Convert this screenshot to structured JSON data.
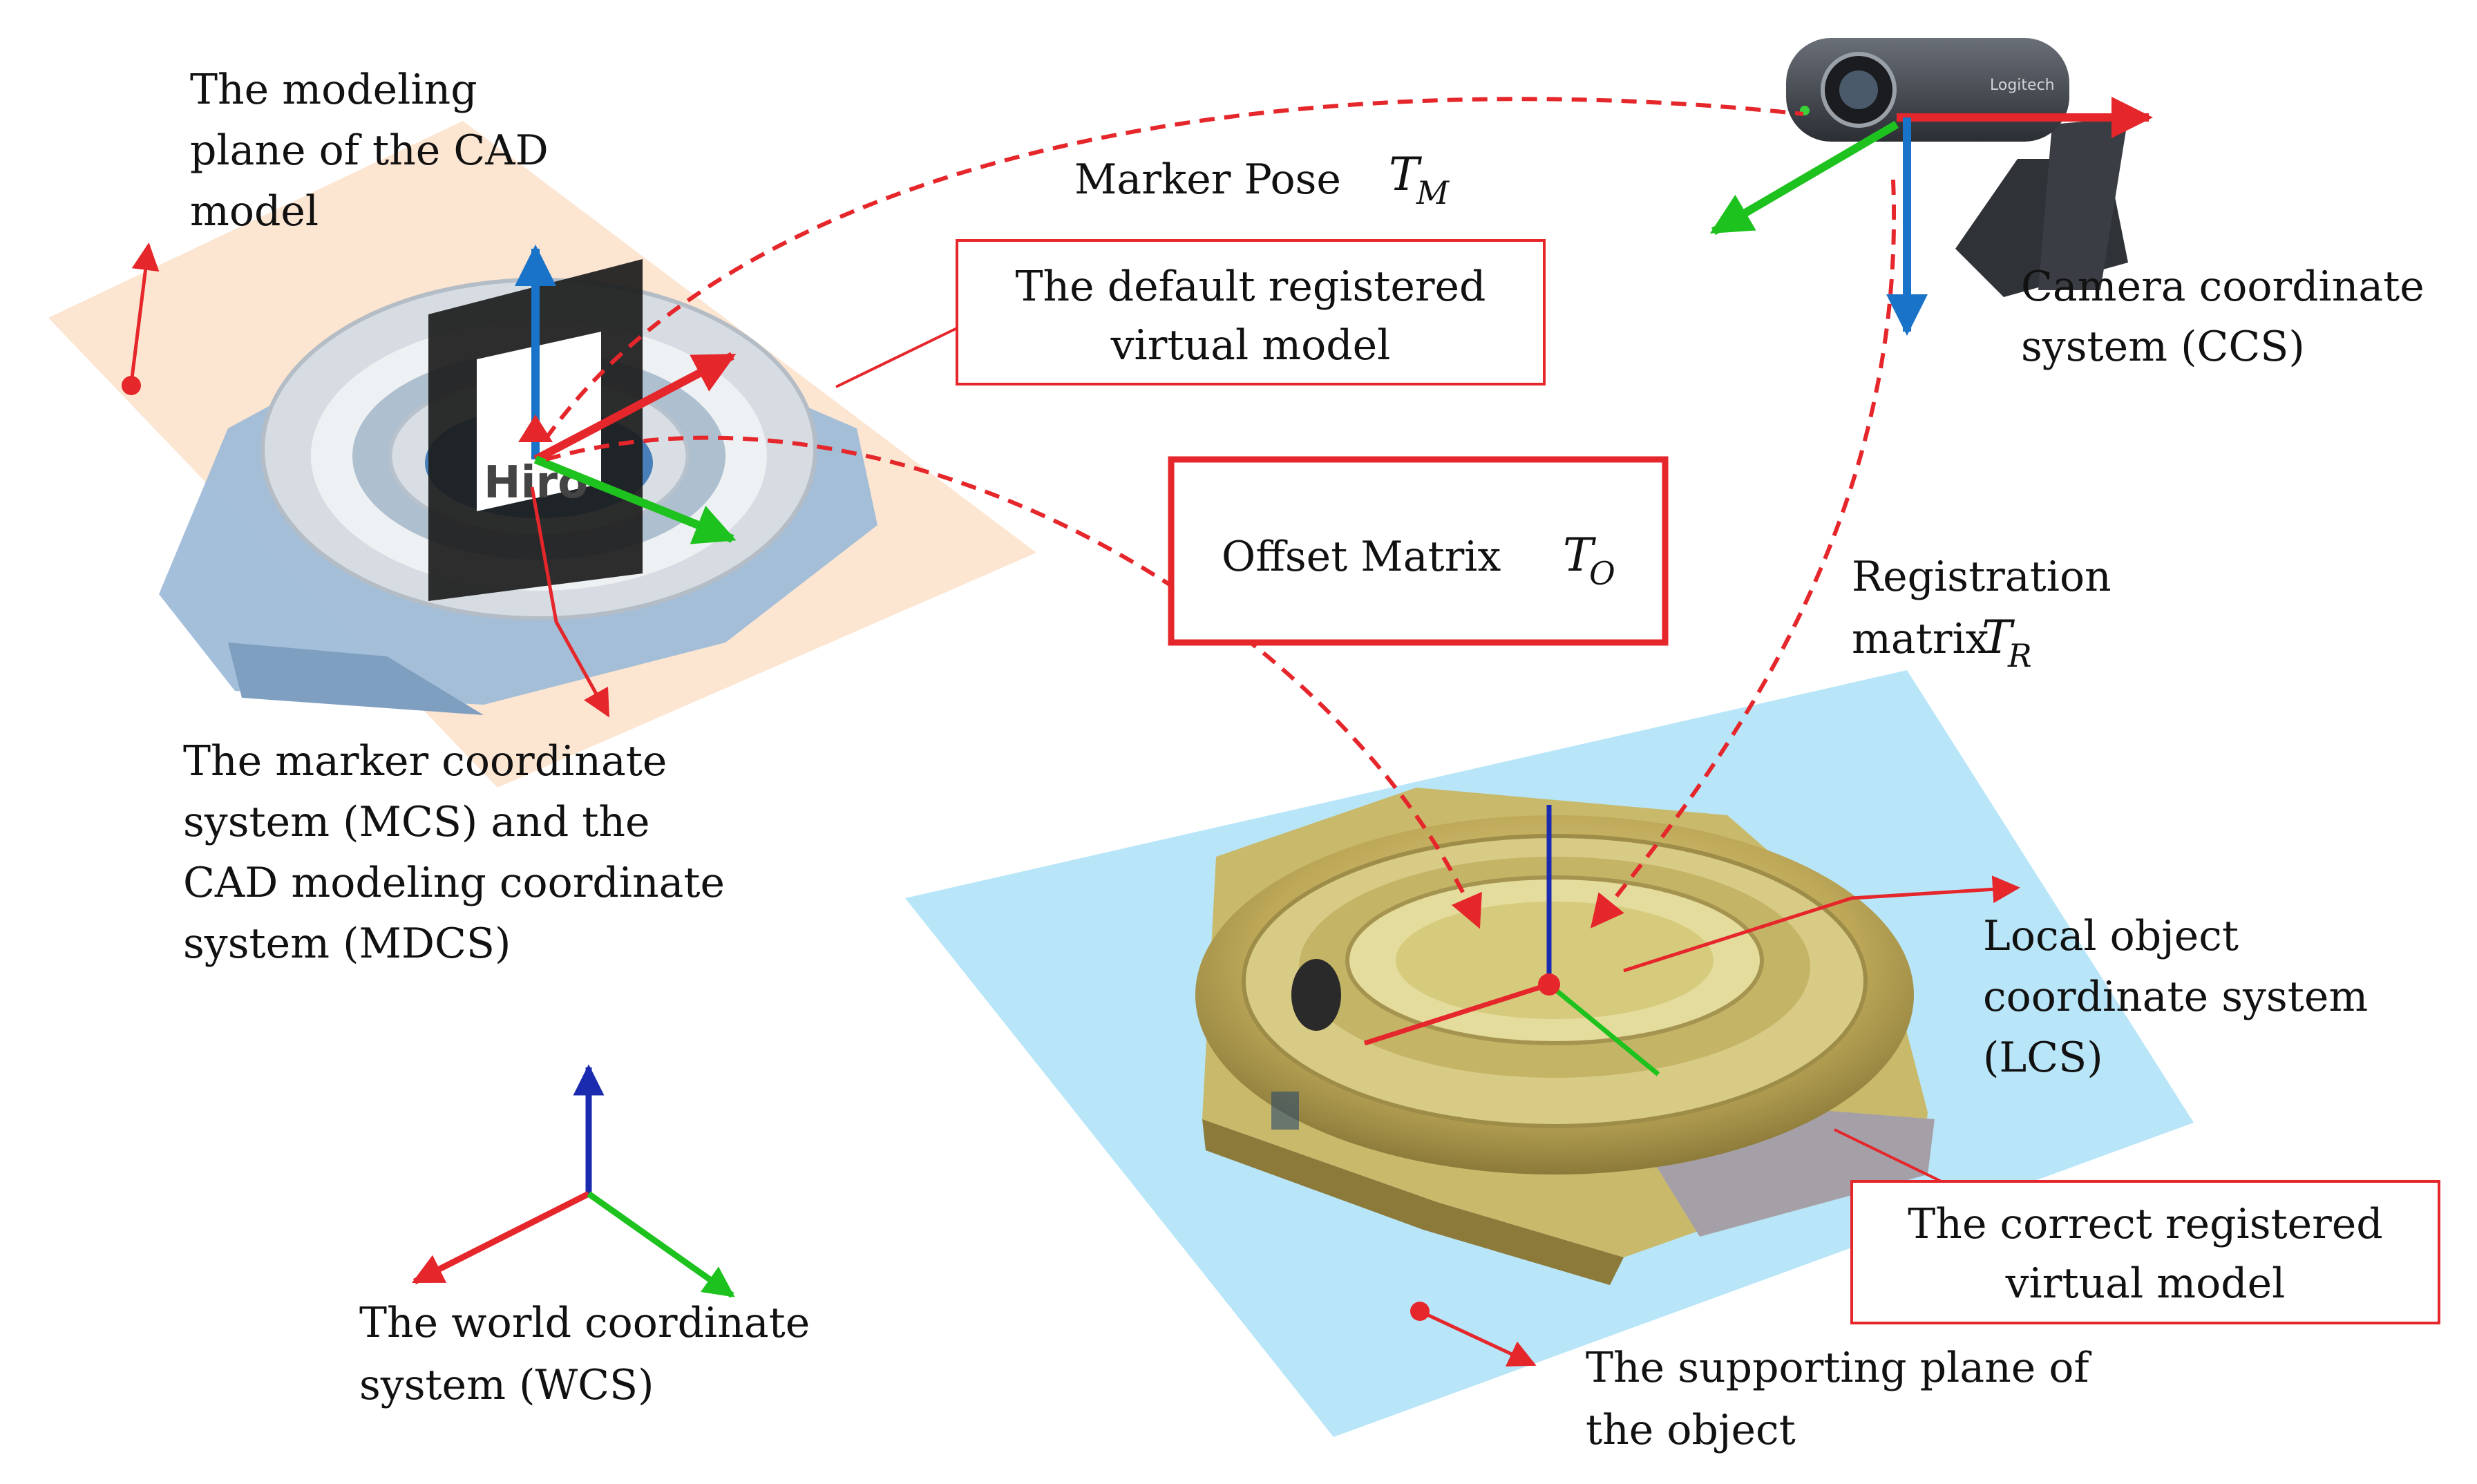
{
  "colors": {
    "red_axis": "#e5262b",
    "green_axis": "#1ec21e",
    "blue_axis": "#1873c9",
    "dark_blue_axis": "#1a2bb0",
    "modeling_plane": "#fbe1c9",
    "supporting_plane": "#b8e6f8",
    "cad_model": "#9fbcd8",
    "real_object": "#c9b96b"
  },
  "labels": {
    "modeling_plane": [
      "The modeling",
      "plane of the CAD",
      "model"
    ],
    "marker_pose": "Marker Pose",
    "marker_pose_symbol": "T",
    "marker_pose_sub": "M",
    "default_model": [
      "The default registered",
      "virtual model"
    ],
    "camera_cs": [
      "Camera coordinate",
      "system (CCS)"
    ],
    "offset_matrix": "Offset Matrix",
    "offset_symbol": "T",
    "offset_sub": "O",
    "registration": "Registration",
    "registration_matrix": "matrix",
    "registration_symbol": "T",
    "registration_sub": "R",
    "marker_cs": [
      "The marker coordinate",
      "system (MCS) and the",
      "CAD modeling coordinate",
      "system (MDCS)"
    ],
    "local_cs": [
      "Local object",
      "coordinate system",
      "(LCS)"
    ],
    "correct_model": [
      "The correct registered",
      "virtual model"
    ],
    "world_cs": [
      "The world coordinate",
      "system (WCS)"
    ],
    "supporting_plane": [
      "The supporting plane of",
      "the object"
    ]
  },
  "marker_text": "Hiro",
  "camera_brand": "Logitech"
}
